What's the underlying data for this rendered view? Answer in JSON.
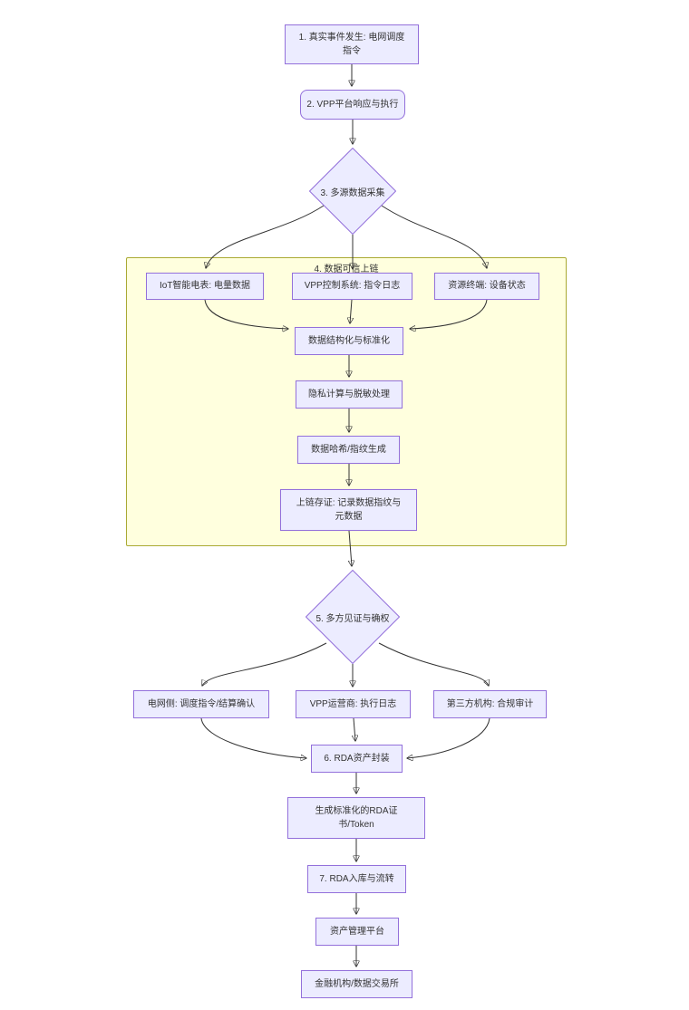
{
  "diagram": {
    "type": "flowchart",
    "direction": "top-down",
    "nodes": {
      "n1": {
        "label": "1. 真实事件发生: 电网调度指令",
        "shape": "rect"
      },
      "n2": {
        "label": "2. VPP平台响应与执行",
        "shape": "rounded-rect"
      },
      "d3": {
        "label": "3. 多源数据采集",
        "shape": "diamond"
      },
      "subgraph4": {
        "label": "4. 数据可信上链",
        "shape": "subgraph"
      },
      "iot": {
        "label": "IoT智能电表: 电量数据",
        "shape": "rect"
      },
      "vpp_ctrl": {
        "label": "VPP控制系统: 指令日志",
        "shape": "rect"
      },
      "terminal": {
        "label": "资源终端: 设备状态",
        "shape": "rect"
      },
      "structuring": {
        "label": "数据结构化与标准化",
        "shape": "rect"
      },
      "privacy": {
        "label": "隐私计算与脱敏处理",
        "shape": "rect"
      },
      "hash": {
        "label": "数据哈希/指纹生成",
        "shape": "rect"
      },
      "evidence": {
        "label": "上链存证: 记录数据指纹与元数据",
        "shape": "rect"
      },
      "d5": {
        "label": "5. 多方见证与确权",
        "shape": "diamond"
      },
      "grid_side": {
        "label": "电网侧: 调度指令/结算确认",
        "shape": "rect"
      },
      "vpp_operator": {
        "label": "VPP运营商: 执行日志",
        "shape": "rect"
      },
      "third_party": {
        "label": "第三方机构: 合规审计",
        "shape": "rect"
      },
      "n6": {
        "label": "6. RDA资产封装",
        "shape": "rect"
      },
      "rda_cert": {
        "label": "生成标准化的RDA证书/Token",
        "shape": "rect"
      },
      "n7": {
        "label": "7. RDA入库与流转",
        "shape": "rect"
      },
      "asset_platform": {
        "label": "资产管理平台",
        "shape": "rect"
      },
      "financial": {
        "label": "金融机构/数据交易所",
        "shape": "rect"
      }
    },
    "edges": [
      {
        "from": "n1",
        "to": "n2"
      },
      {
        "from": "n2",
        "to": "d3"
      },
      {
        "from": "d3",
        "to": "iot"
      },
      {
        "from": "d3",
        "to": "vpp_ctrl"
      },
      {
        "from": "d3",
        "to": "terminal"
      },
      {
        "from": "iot",
        "to": "structuring"
      },
      {
        "from": "vpp_ctrl",
        "to": "structuring"
      },
      {
        "from": "terminal",
        "to": "structuring"
      },
      {
        "from": "structuring",
        "to": "privacy"
      },
      {
        "from": "privacy",
        "to": "hash"
      },
      {
        "from": "hash",
        "to": "evidence"
      },
      {
        "from": "evidence",
        "to": "d5"
      },
      {
        "from": "d5",
        "to": "grid_side"
      },
      {
        "from": "d5",
        "to": "vpp_operator"
      },
      {
        "from": "d5",
        "to": "third_party"
      },
      {
        "from": "grid_side",
        "to": "n6"
      },
      {
        "from": "vpp_operator",
        "to": "n6"
      },
      {
        "from": "third_party",
        "to": "n6"
      },
      {
        "from": "n6",
        "to": "rda_cert"
      },
      {
        "from": "rda_cert",
        "to": "n7"
      },
      {
        "from": "n7",
        "to": "asset_platform"
      },
      {
        "from": "asset_platform",
        "to": "financial"
      }
    ],
    "colors": {
      "node_fill": "#ECECFF",
      "node_border": "#9370DB",
      "subgraph_fill": "#FFFFDE",
      "subgraph_border": "#AAAA33",
      "edge": "#333333",
      "text": "#333333",
      "background": "#FFFFFF"
    }
  }
}
